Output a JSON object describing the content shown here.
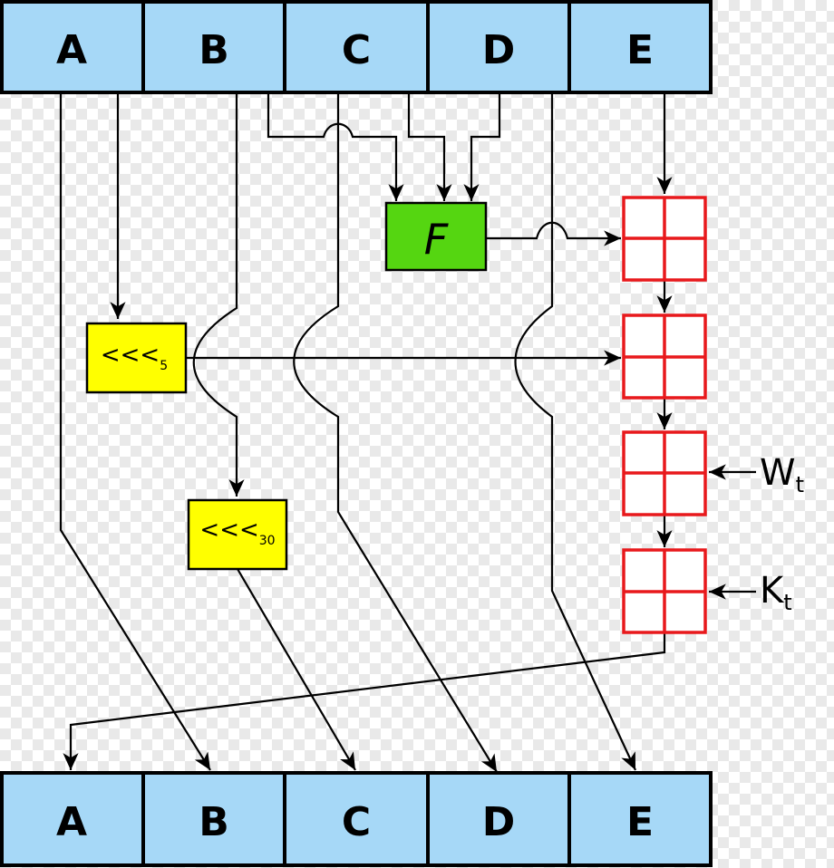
{
  "top_register": [
    "A",
    "B",
    "C",
    "D",
    "E"
  ],
  "bottom_register": [
    "A",
    "B",
    "C",
    "D",
    "E"
  ],
  "f_box": {
    "label": "F"
  },
  "rotate5": {
    "symbol": "<<<",
    "amount": "5"
  },
  "rotate30": {
    "symbol": "<<<",
    "amount": "30"
  },
  "inputs": {
    "w": {
      "letter": "W",
      "sub": "t"
    },
    "k": {
      "letter": "K",
      "sub": "t"
    }
  }
}
